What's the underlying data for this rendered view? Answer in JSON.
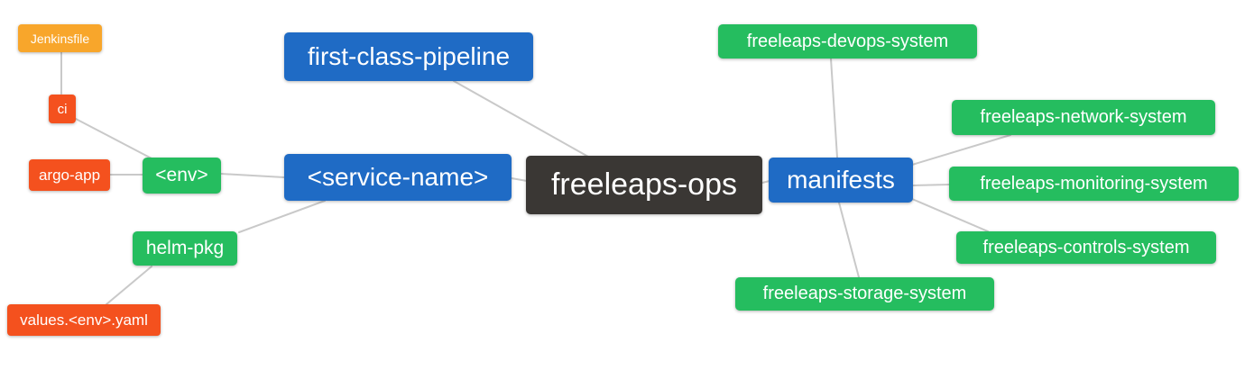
{
  "diagram": {
    "palette": {
      "root_dark": "#3a3734",
      "branch_blue": "#1f6bc5",
      "leaf_green": "#25bd5f",
      "accent_orange": "#f8a62b",
      "accent_red": "#f4511e",
      "edge": "#c9c9c9",
      "text": "#ffffff",
      "background": "#ffffff"
    },
    "nodes": {
      "jenkinsfile": {
        "label": "Jenkinsfile",
        "color": "accent_orange"
      },
      "ci": {
        "label": "ci",
        "color": "accent_red"
      },
      "argo_app": {
        "label": "argo-app",
        "color": "accent_red"
      },
      "env": {
        "label": "<env>",
        "color": "leaf_green"
      },
      "helm_pkg": {
        "label": "helm-pkg",
        "color": "leaf_green"
      },
      "values_env_yaml": {
        "label": "values.<env>.yaml",
        "color": "accent_red"
      },
      "first_class_pipeline": {
        "label": "first-class-pipeline",
        "color": "branch_blue"
      },
      "service_name": {
        "label": "<service-name>",
        "color": "branch_blue"
      },
      "freeleaps_ops": {
        "label": "freeleaps-ops",
        "color": "root_dark"
      },
      "manifests": {
        "label": "manifests",
        "color": "branch_blue"
      },
      "devops_system": {
        "label": "freeleaps-devops-system",
        "color": "leaf_green"
      },
      "network_system": {
        "label": "freeleaps-network-system",
        "color": "leaf_green"
      },
      "monitoring_system": {
        "label": "freeleaps-monitoring-system",
        "color": "leaf_green"
      },
      "controls_system": {
        "label": "freeleaps-controls-system",
        "color": "leaf_green"
      },
      "storage_system": {
        "label": "freeleaps-storage-system",
        "color": "leaf_green"
      }
    },
    "edges": [
      {
        "from": "jenkinsfile",
        "to": "ci"
      },
      {
        "from": "ci",
        "to": "env"
      },
      {
        "from": "argo_app",
        "to": "env"
      },
      {
        "from": "env",
        "to": "service_name"
      },
      {
        "from": "helm_pkg",
        "to": "service_name"
      },
      {
        "from": "values_env_yaml",
        "to": "helm_pkg"
      },
      {
        "from": "first_class_pipeline",
        "to": "freeleaps_ops"
      },
      {
        "from": "service_name",
        "to": "freeleaps_ops"
      },
      {
        "from": "freeleaps_ops",
        "to": "manifests"
      },
      {
        "from": "manifests",
        "to": "devops_system"
      },
      {
        "from": "manifests",
        "to": "network_system"
      },
      {
        "from": "manifests",
        "to": "monitoring_system"
      },
      {
        "from": "manifests",
        "to": "controls_system"
      },
      {
        "from": "manifests",
        "to": "storage_system"
      }
    ]
  }
}
